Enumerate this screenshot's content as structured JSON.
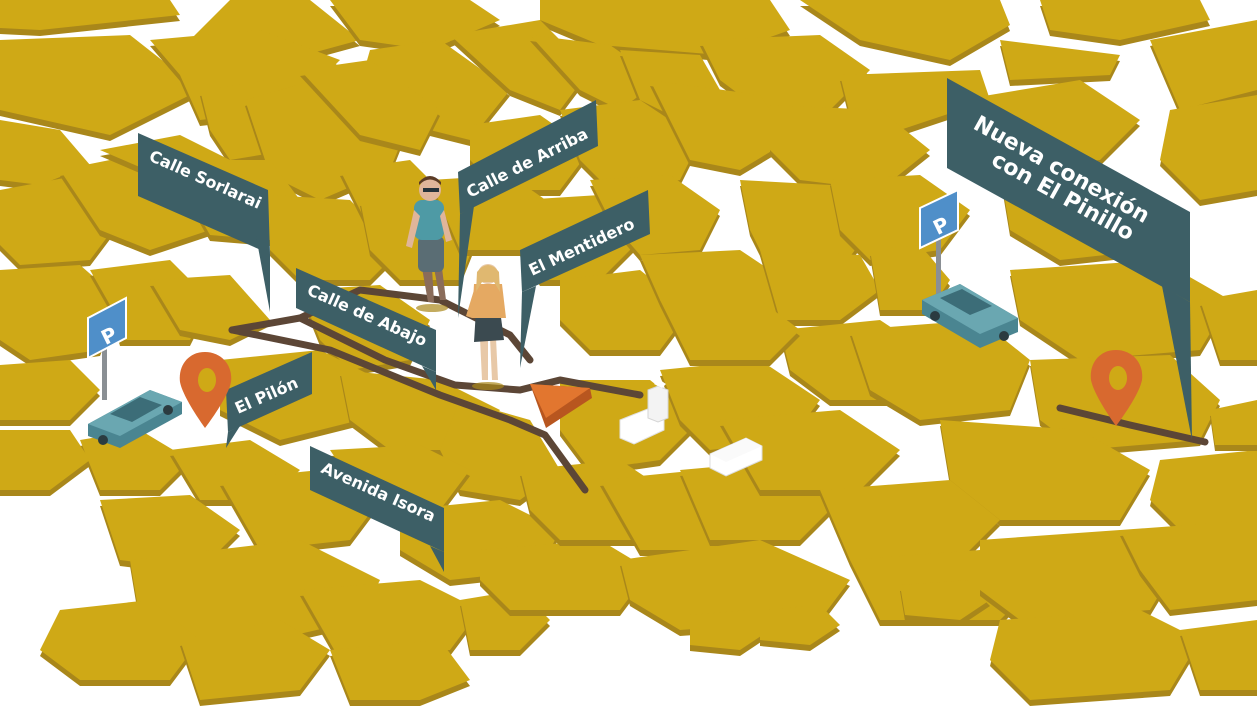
{
  "map": {
    "colors": {
      "block_top": "#cfa916",
      "block_side": "#a9871a",
      "street": "#ffffff",
      "route": "#5c4636",
      "sign": "#3d5f66",
      "pin": "#d8692f",
      "parking_sign": "#4f8fc9",
      "car": "#5a97a2"
    },
    "streets": [
      {
        "id": "calle-sorlarai",
        "label": "Calle Sorlarai"
      },
      {
        "id": "calle-de-arriba",
        "label": "Calle de Arriba"
      },
      {
        "id": "el-mentidero",
        "label": "El Mentidero"
      },
      {
        "id": "calle-de-abajo",
        "label": "Calle de Abajo"
      },
      {
        "id": "el-pilon",
        "label": "El Pilón"
      },
      {
        "id": "avenida-isora",
        "label": "Avenida Isora"
      }
    ],
    "callout": {
      "line1": "Nueva conexión",
      "line2": "con El Pinillo"
    },
    "parking": [
      {
        "id": "parking-left",
        "letter": "P"
      },
      {
        "id": "parking-right",
        "letter": "P"
      }
    ],
    "icons": [
      "map-pin-icon",
      "parking-sign-icon",
      "car-icon",
      "person-icon",
      "direction-arrow-icon"
    ]
  }
}
